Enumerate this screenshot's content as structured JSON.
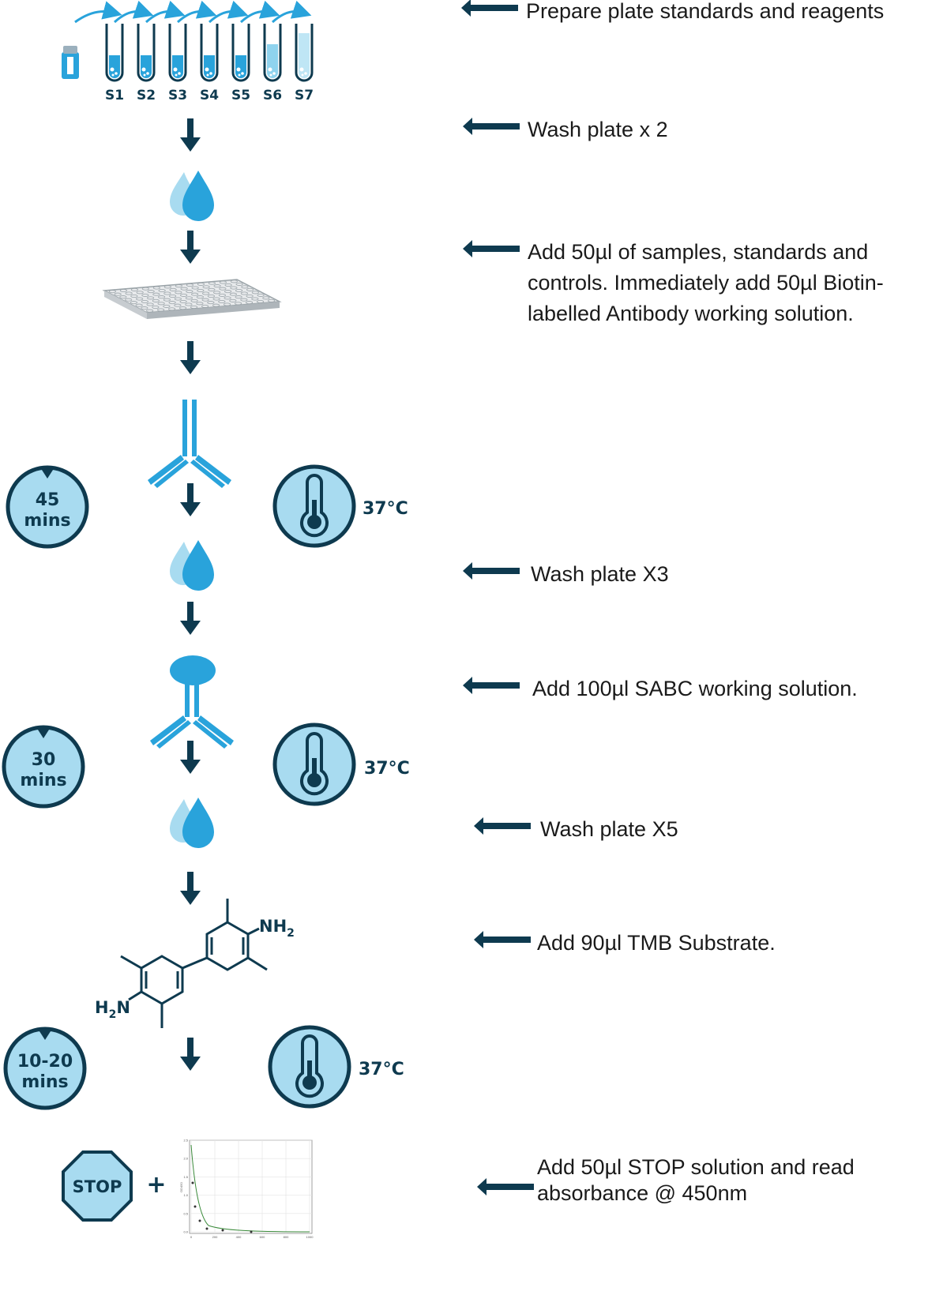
{
  "colors": {
    "navy": "#0e3a4f",
    "blue": "#29a3db",
    "light_blue": "#a8dbf0",
    "arrow": "#0e3a4f"
  },
  "tubes": [
    "S1",
    "S2",
    "S3",
    "S4",
    "S5",
    "S6",
    "S7"
  ],
  "timers": [
    {
      "value": "45",
      "unit": "mins"
    },
    {
      "value": "30",
      "unit": "mins"
    },
    {
      "value": "10-20",
      "unit": "mins"
    }
  ],
  "temperatures": [
    "37°C",
    "37°C",
    "37°C"
  ],
  "chemical": {
    "group_top": "NH",
    "group_top_sub": "2",
    "group_bottom": "H",
    "group_bottom_sub": "2",
    "group_bottom_end": "N"
  },
  "stop_sign": "STOP",
  "plus": "+",
  "mini_chart": {
    "y_ticks": [
      "0.0",
      "0.5",
      "1.0",
      "1.5",
      "2.0",
      "2.5"
    ],
    "x_ticks": [
      "0",
      "200",
      "400",
      "600",
      "800",
      "1000"
    ],
    "ylabel": "OD450"
  },
  "steps": [
    {
      "text": "Prepare plate standards and reagents"
    },
    {
      "text": "Wash plate x 2"
    },
    {
      "text": "Add 50µl of samples, standards and\ncontrols. Immediately add 50µl Biotin-\nlabelled Antibody working solution."
    },
    {
      "text": "Wash plate X3"
    },
    {
      "text": "Add 100µl SABC working solution."
    },
    {
      "text": "Wash plate X5"
    },
    {
      "text": "Add 90µl TMB Substrate."
    },
    {
      "text": "Add 50µl STOP solution and read\nabsorbance @ 450nm"
    }
  ]
}
